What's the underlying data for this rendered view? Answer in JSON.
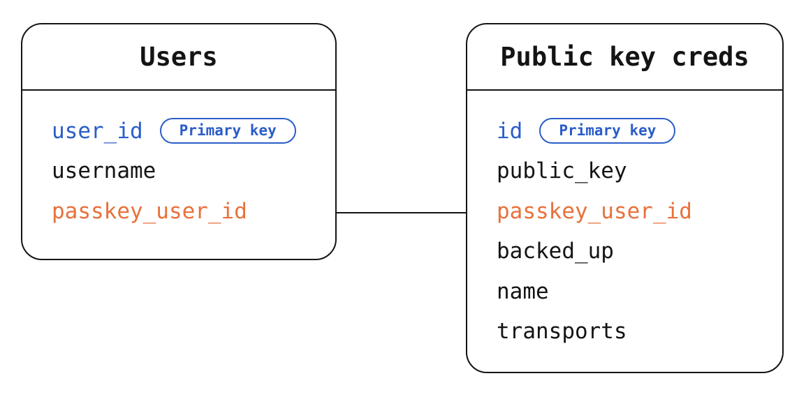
{
  "diagram": {
    "tables": [
      {
        "name": "Users",
        "fields": [
          {
            "name": "user_id",
            "color": "blue",
            "badge": "Primary key"
          },
          {
            "name": "username",
            "color": "black"
          },
          {
            "name": "passkey_user_id",
            "color": "orange"
          }
        ]
      },
      {
        "name": "Public key creds",
        "fields": [
          {
            "name": "id",
            "color": "blue",
            "badge": "Primary key"
          },
          {
            "name": "public_key",
            "color": "black"
          },
          {
            "name": "passkey_user_id",
            "color": "orange"
          },
          {
            "name": "backed_up",
            "color": "black"
          },
          {
            "name": "name",
            "color": "black"
          },
          {
            "name": "transports",
            "color": "black"
          }
        ]
      }
    ],
    "relationship": {
      "from_table": "Users",
      "from_field": "passkey_user_id",
      "to_table": "Public key creds",
      "to_field": "passkey_user_id"
    },
    "colors": {
      "blue": "#2A5DC8",
      "orange": "#E8713B",
      "black": "#141414"
    }
  }
}
